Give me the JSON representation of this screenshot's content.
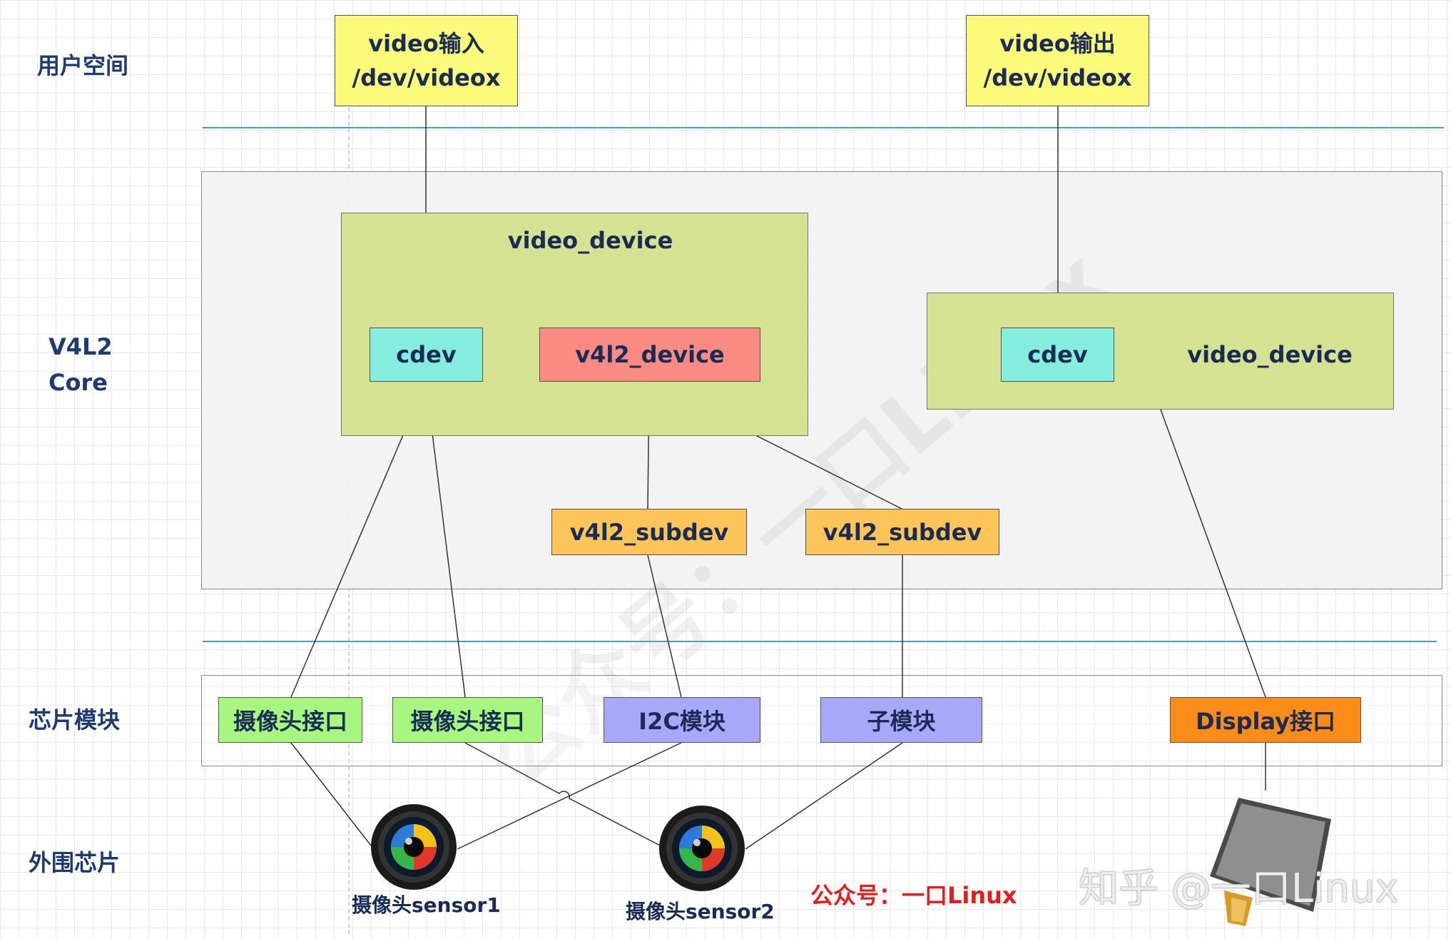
{
  "regions": {
    "user_space": "用户空间",
    "v4l2_core_line1": "V4L2",
    "v4l2_core_line2": "Core",
    "chip_modules": "芯片模块",
    "peripheral_chips": "外围芯片"
  },
  "user_space_boxes": {
    "video_input_line1": "video输入",
    "video_input_line2": "/dev/videox",
    "video_output_line1": "video输出",
    "video_output_line2": "/dev/videox"
  },
  "core": {
    "left_video_device": "video_device",
    "left_cdev": "cdev",
    "v4l2_device": "v4l2_device",
    "right_cdev": "cdev",
    "right_video_device": "video_device",
    "subdev_1": "v4l2_subdev",
    "subdev_2": "v4l2_subdev"
  },
  "chip_modules": {
    "camera_if_1": "摄像头接口",
    "camera_if_2": "摄像头接口",
    "i2c_module": "I2C模块",
    "sub_module": "子模块",
    "display_if": "Display接口"
  },
  "peripherals": {
    "sensor_1": "摄像头sensor1",
    "sensor_2": "摄像头sensor2"
  },
  "footer": {
    "public_account": "公众号：一口Linux",
    "zhihu_watermark": "知乎 @一口Linux"
  },
  "background_mark": "公众号：一口Linux",
  "colors": {
    "yellow": "#fbfa7a",
    "panel_green": "#d5e291",
    "cyan": "#84eddd",
    "salmon": "#f98b82",
    "orange": "#fdc559",
    "lime": "#a6f67f",
    "lavender": "#a8a8f8",
    "dark_orange": "#fb8c1a",
    "separator": "#4a9fb3",
    "text": "#1a2c55",
    "red": "#e01f1f"
  }
}
